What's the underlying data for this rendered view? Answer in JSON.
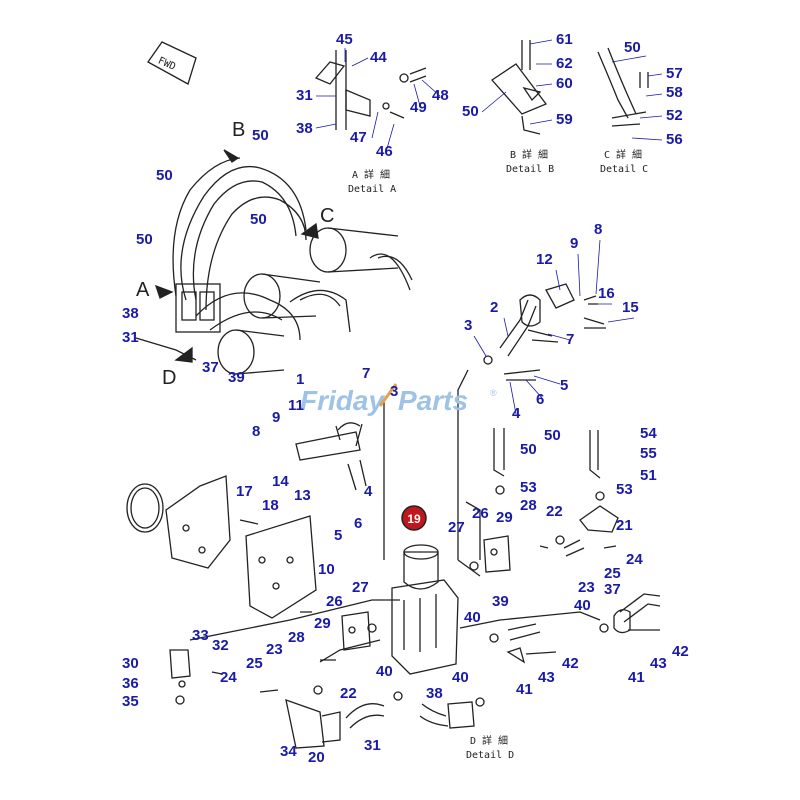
{
  "watermark": {
    "part1": "Friday",
    "part2": "Parts",
    "reg": "®"
  },
  "fwd_label": "FWD",
  "highlight_part": "19",
  "view_letters": {
    "A": "A",
    "B": "B",
    "C": "C",
    "D": "D"
  },
  "details": {
    "a_jp": "A 詳 細",
    "a_en": "Detail A",
    "b_jp": "B 詳 細",
    "b_en": "Detail B",
    "c_jp": "C 詳 細",
    "c_en": "Detail C",
    "d_jp": "D 詳 細",
    "d_en": "Detail D"
  },
  "parts": {
    "p45": "45",
    "p44": "44",
    "p31a": "31",
    "p38a": "38",
    "p47": "47",
    "p46": "46",
    "p49": "49",
    "p48": "48",
    "p61": "61",
    "p62": "62",
    "p60": "60",
    "p50b": "50",
    "p59": "59",
    "p50c": "50",
    "p57": "57",
    "p58": "58",
    "p52": "52",
    "p56": "56",
    "p50m1": "50",
    "p50m2": "50",
    "p50m3": "50",
    "p50m4": "50",
    "p38m": "38",
    "p31m": "31",
    "p37m": "37",
    "p39m": "39",
    "p12": "12",
    "p9r": "9",
    "p8r": "8",
    "p16": "16",
    "p15": "15",
    "p2": "2",
    "p7r": "7",
    "p3r": "3",
    "p5r": "5",
    "p6r": "6",
    "p4r": "4",
    "p1": "1",
    "p7": "7",
    "p11": "11",
    "p3": "3",
    "p9": "9",
    "p8": "8",
    "p14": "14",
    "p13": "13",
    "p4": "4",
    "p5": "5",
    "p6": "6",
    "p17": "17",
    "p18": "18",
    "p10": "10",
    "p50x": "50",
    "p50y": "50",
    "p54": "54",
    "p55": "55",
    "p51": "51",
    "p53a": "53",
    "p53b": "53",
    "p27a": "27",
    "p26a": "26",
    "p29a": "29",
    "p28a": "28",
    "p22a": "22",
    "p21": "21",
    "p24a": "24",
    "p23a": "23",
    "p25a": "25",
    "p37": "37",
    "p27b": "27",
    "p26b": "26",
    "p29b": "29",
    "p28b": "28",
    "p22b": "22",
    "p23b": "23",
    "p25b": "25",
    "p24b": "24",
    "p33": "33",
    "p32": "32",
    "p30": "30",
    "p36": "36",
    "p35": "35",
    "p34": "34",
    "p20": "20",
    "p31b": "31",
    "p40a": "40",
    "p40b": "40",
    "p40c": "40",
    "p40d": "40",
    "p38b": "38",
    "p39": "39",
    "p41a": "41",
    "p43a": "43",
    "p42a": "42",
    "p41b": "41",
    "p43b": "43",
    "p42b": "42"
  }
}
